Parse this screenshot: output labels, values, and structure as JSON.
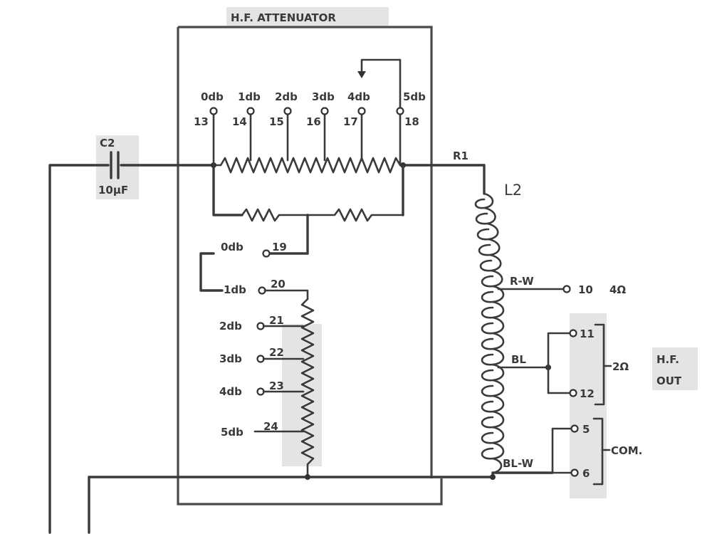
{
  "diagram": {
    "title": "H.F. ATTENUATOR",
    "capacitor": {
      "name": "C2",
      "value": "10µF"
    },
    "inductor": {
      "name": "L2"
    },
    "r1_label": "R1",
    "top_taps": [
      {
        "db": "0db",
        "num": "13"
      },
      {
        "db": "1db",
        "num": "14"
      },
      {
        "db": "2db",
        "num": "15"
      },
      {
        "db": "3db",
        "num": "16"
      },
      {
        "db": "4db",
        "num": "17"
      },
      {
        "db": "5db",
        "num": "18"
      }
    ],
    "lower_taps": [
      {
        "db": "0db",
        "num": "19"
      },
      {
        "db": "1db",
        "num": "20"
      },
      {
        "db": "2db",
        "num": "21"
      },
      {
        "db": "3db",
        "num": "22"
      },
      {
        "db": "4db",
        "num": "23"
      },
      {
        "db": "5db",
        "num": "24"
      }
    ],
    "coil_taps": [
      {
        "wire": "R-W",
        "num": "10",
        "imp": "4Ω"
      },
      {
        "wire": "BL",
        "num_a": "11",
        "num_b": "12",
        "imp": "2Ω"
      },
      {
        "wire": "BL-W",
        "num_a": "5",
        "num_b": "6",
        "imp": "COM."
      }
    ],
    "output": {
      "line1": "H.F.",
      "line2": "OUT"
    }
  }
}
